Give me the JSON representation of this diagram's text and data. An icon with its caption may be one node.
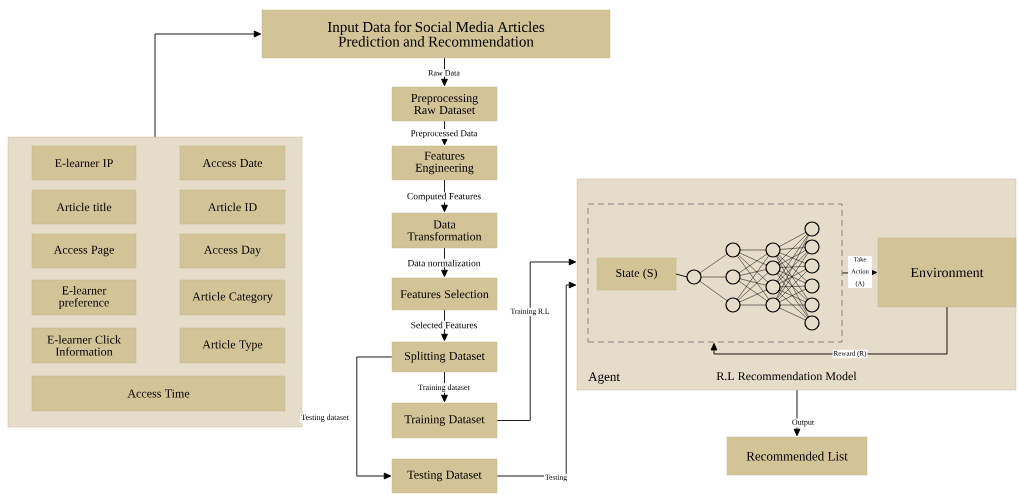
{
  "diagram": {
    "nodes": [
      {
        "text": [],
        "shape": "box"
      },
      {
        "text": [
          "E-learner IP"
        ],
        "in": 0
      },
      {
        "text": [
          "Access Date"
        ],
        "in": 0
      },
      {
        "text": [
          "Article title"
        ],
        "in": 0
      },
      {
        "text": [
          "Article ID"
        ],
        "in": 0
      },
      {
        "text": [
          "Access Page"
        ],
        "in": 0
      },
      {
        "text": [
          "Access Day"
        ],
        "in": 0
      },
      {
        "text": [
          "E-learner preference"
        ],
        "in": 0
      },
      {
        "text": [
          "Article Category"
        ],
        "in": 0
      },
      {
        "text": [
          "E-learner Click Information"
        ],
        "in": 0
      },
      {
        "text": [
          "Article Type"
        ],
        "in": 0
      },
      {
        "text": [
          "Access Time"
        ],
        "in": 0
      },
      {
        "text": [
          "Input Data for Social Media Articles Prediction and Recommendation"
        ]
      },
      {
        "text": [
          "Preprocessing Raw Dataset"
        ]
      },
      {
        "text": [
          "Features Engineering"
        ]
      },
      {
        "text": [
          "Data Transformation"
        ]
      },
      {
        "text": [
          "Features Selection"
        ]
      },
      {
        "text": [
          "Splitting Dataset"
        ]
      },
      {
        "text": [
          "Training Dataset"
        ]
      },
      {
        "text": [
          "Testing Dataset"
        ]
      },
      {
        "text": [
          "Agent",
          "R.L Recommendation Model"
        ]
      },
      {
        "text": [],
        "shape": "box",
        "in": 20
      },
      {
        "text": [
          "State (S)"
        ],
        "in": 21
      },
      {
        "text": [
          "Environment"
        ],
        "in": 20
      },
      {
        "text": [
          "Recommended List"
        ]
      }
    ],
    "edges": [
      {
        "from": 0,
        "to": 12,
        "arrow": "to"
      },
      {
        "from": 12,
        "to": 13,
        "arrow": "to",
        "label": "Raw Data"
      },
      {
        "from": 13,
        "to": 14,
        "arrow": "to",
        "label": "Preprocessed Data"
      },
      {
        "from": 14,
        "to": 15,
        "arrow": "to",
        "label": "Computed Features"
      },
      {
        "from": 15,
        "to": 16,
        "arrow": "to",
        "label": "Data normalization"
      },
      {
        "from": 16,
        "to": 17,
        "arrow": "to",
        "label": "Selected Features"
      },
      {
        "from": 17,
        "to": 18,
        "arrow": "to",
        "label": "Training dataset"
      },
      {
        "from": 17,
        "to": 19,
        "arrow": "to",
        "label": "Testing dataset"
      },
      {
        "from": 18,
        "to": 20,
        "arrow": "to",
        "label": "Training R.L"
      },
      {
        "from": 19,
        "to": 20,
        "arrow": "to",
        "label": "Testing"
      },
      {
        "from": 21,
        "to": 23,
        "arrow": "to",
        "label": "Take Action (A)"
      },
      {
        "from": 23,
        "to": 21,
        "arrow": "to",
        "label": "Reward (R)"
      },
      {
        "from": 20,
        "to": 24,
        "arrow": "to",
        "label": "Output"
      }
    ]
  }
}
